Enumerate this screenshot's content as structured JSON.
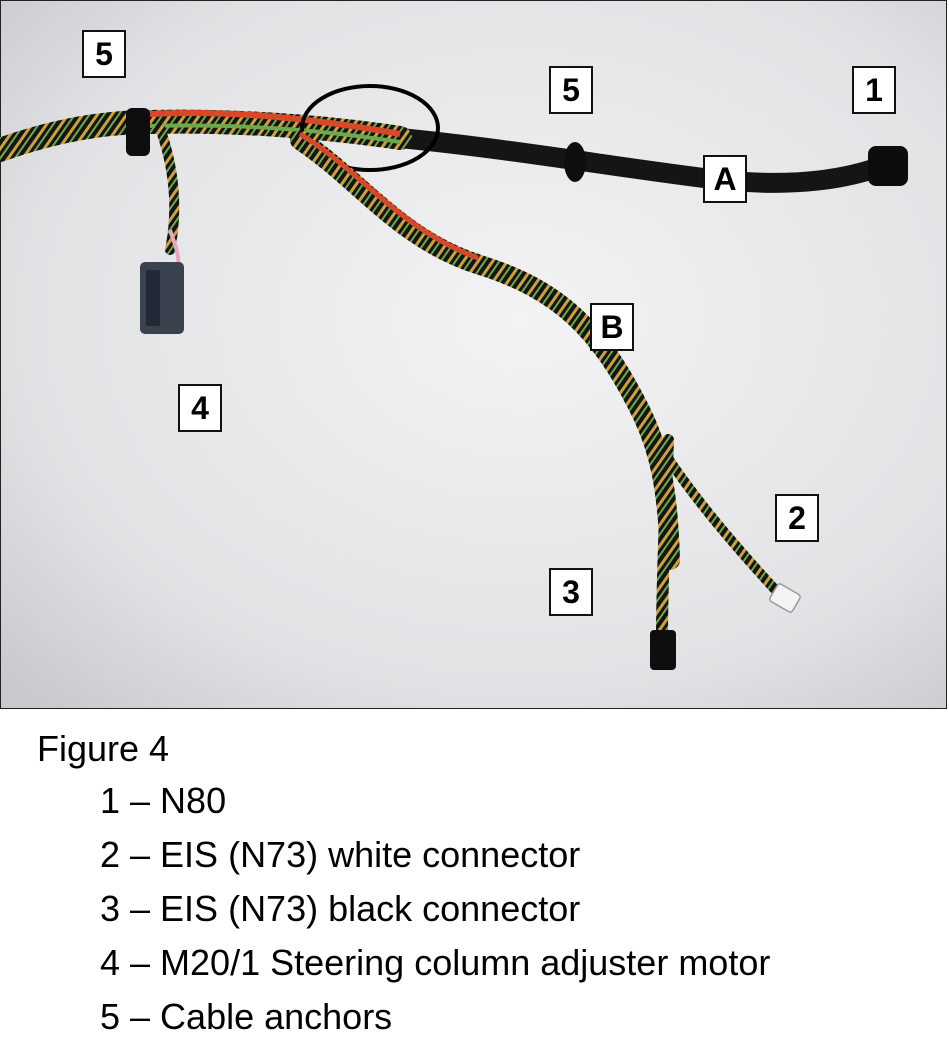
{
  "callouts": {
    "anchor_left": "5",
    "anchor_right": "5",
    "n80": "1",
    "branch_a": "A",
    "branch_b": "B",
    "motor": "4",
    "white_connector": "2",
    "black_connector": "3"
  },
  "caption": {
    "title": "Figure 4",
    "items": [
      "1 – N80",
      "2 – EIS (N73) white connector",
      "3 – EIS (N73) black connector",
      "4 – M20/1 Steering column adjuster motor",
      "5 – Cable anchors"
    ]
  },
  "colors": {
    "background": "#e6e6e8",
    "cable_black": "#161616",
    "wire_red": "#d9472b",
    "wire_green": "#6da84a",
    "wire_yellow": "#c9a33a"
  }
}
